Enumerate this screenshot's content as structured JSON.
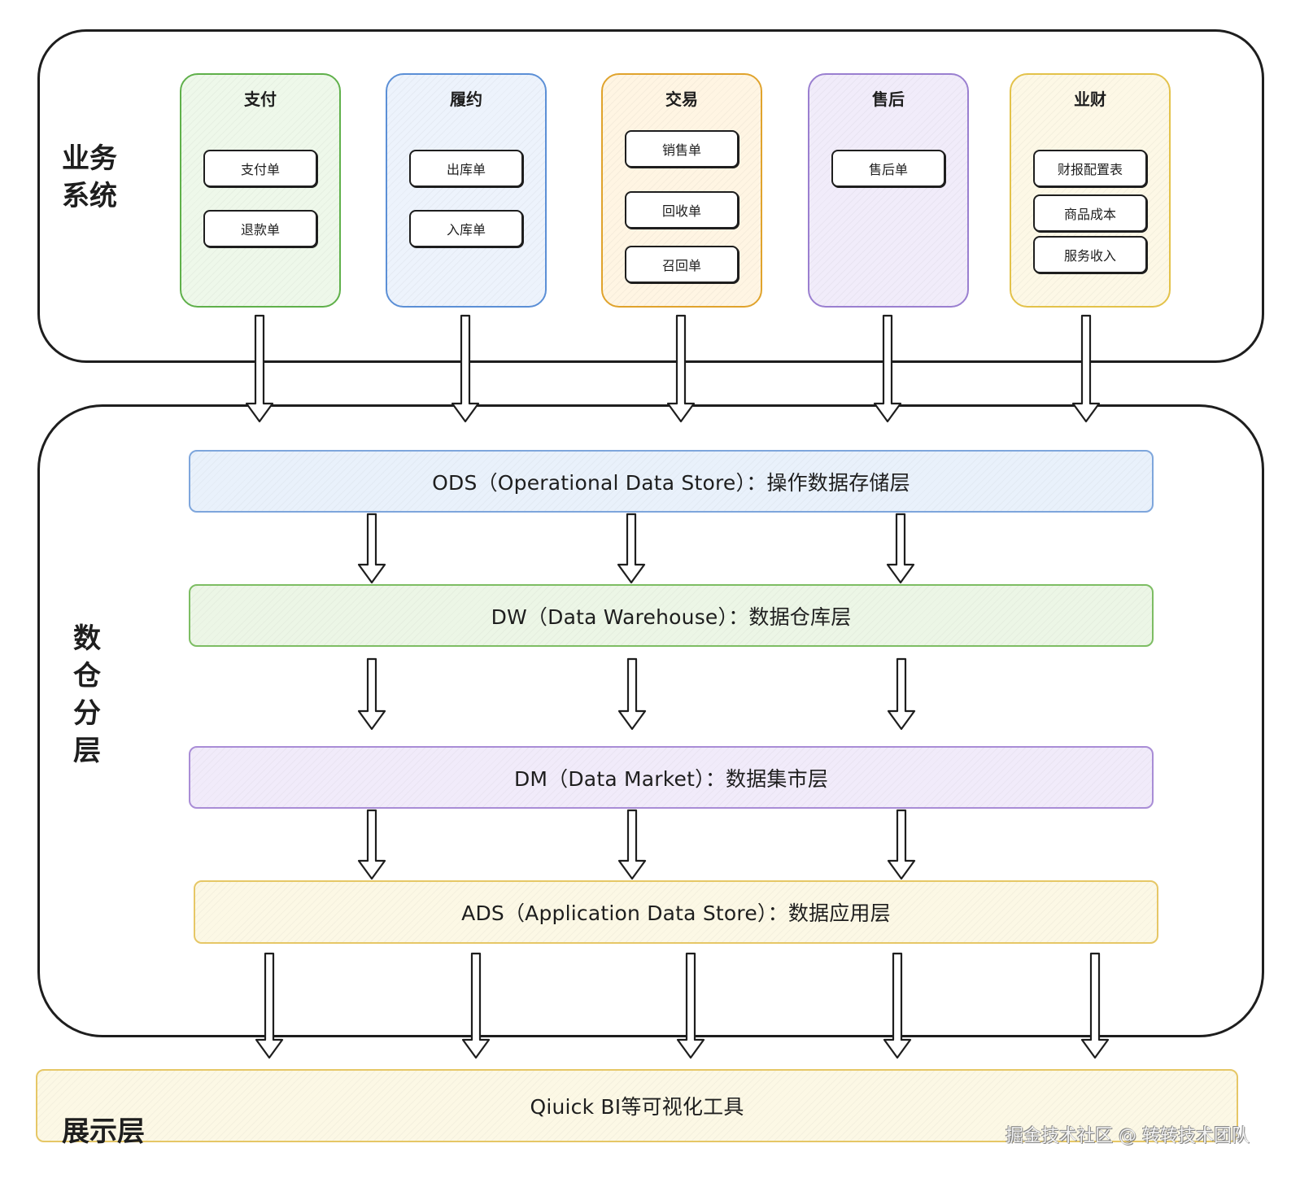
{
  "sections": {
    "business": {
      "title": "业务\n系统"
    },
    "warehouse": {
      "title": "数\n仓\n分\n层"
    },
    "display": {
      "title": "展示层",
      "content": "Qiuick BI等可视化工具"
    }
  },
  "systems": [
    {
      "title": "支付",
      "color": "#5fb04a",
      "fill": "#eef8ea",
      "items": [
        "支付单",
        "退款单"
      ]
    },
    {
      "title": "履约",
      "color": "#5b8fd6",
      "fill": "#edf3fc",
      "items": [
        "出库单",
        "入库单"
      ]
    },
    {
      "title": "交易",
      "color": "#e0a32c",
      "fill": "#fff5e3",
      "items": [
        "销售单",
        "回收单",
        "召回单"
      ]
    },
    {
      "title": "售后",
      "color": "#9a7fd0",
      "fill": "#f1ecfa",
      "items": [
        "售后单"
      ]
    },
    {
      "title": "业财",
      "color": "#e3c24a",
      "fill": "#fdf8e6",
      "items": [
        "财报配置表",
        "商品成本",
        "服务收入"
      ]
    }
  ],
  "layers": [
    {
      "label": "ODS（Operational Data Store）：操作数据存储层",
      "color": "#7ea6dc",
      "fill": "#e9f1fb"
    },
    {
      "label": "DW（Data Warehouse）：数据仓库层",
      "color": "#7dbd63",
      "fill": "#ecf6e6"
    },
    {
      "label": "DM（Data Market）：数据集市层",
      "color": "#a98dd6",
      "fill": "#f1ebfa"
    },
    {
      "label": "ADS（Application Data Store）：数据应用层",
      "color": "#e6c766",
      "fill": "#fcf8e5"
    }
  ],
  "display_colors": {
    "color": "#e6c766",
    "fill": "#fcf8e5"
  },
  "watermark": "掘金技术社区 @ 转转技术团队"
}
